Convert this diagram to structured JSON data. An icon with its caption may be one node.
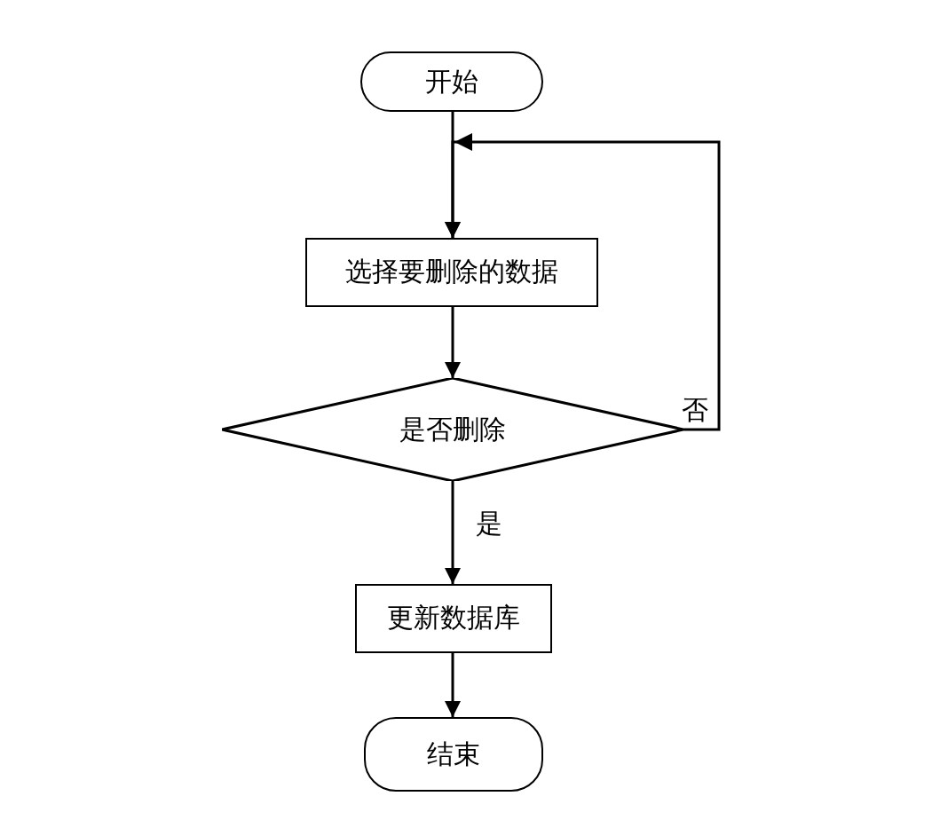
{
  "diagram": {
    "nodes": [
      {
        "text": [
          "开始"
        ]
      },
      {
        "text": [
          "选择要删除的数据"
        ]
      },
      {
        "text": [
          "是否删除"
        ]
      },
      {
        "text": [
          "更新数据库"
        ]
      },
      {
        "text": [
          "结束"
        ]
      }
    ],
    "edges": [
      {
        "from": 0,
        "to": 1,
        "arrow": "to"
      },
      {
        "from": 1,
        "to": 2,
        "arrow": "to"
      },
      {
        "from": 2,
        "to": 3,
        "arrow": "to",
        "label": "是"
      },
      {
        "from": 3,
        "to": 4,
        "arrow": "to"
      },
      {
        "from": 2,
        "to": 1,
        "arrow": "to",
        "label": "否"
      }
    ]
  }
}
